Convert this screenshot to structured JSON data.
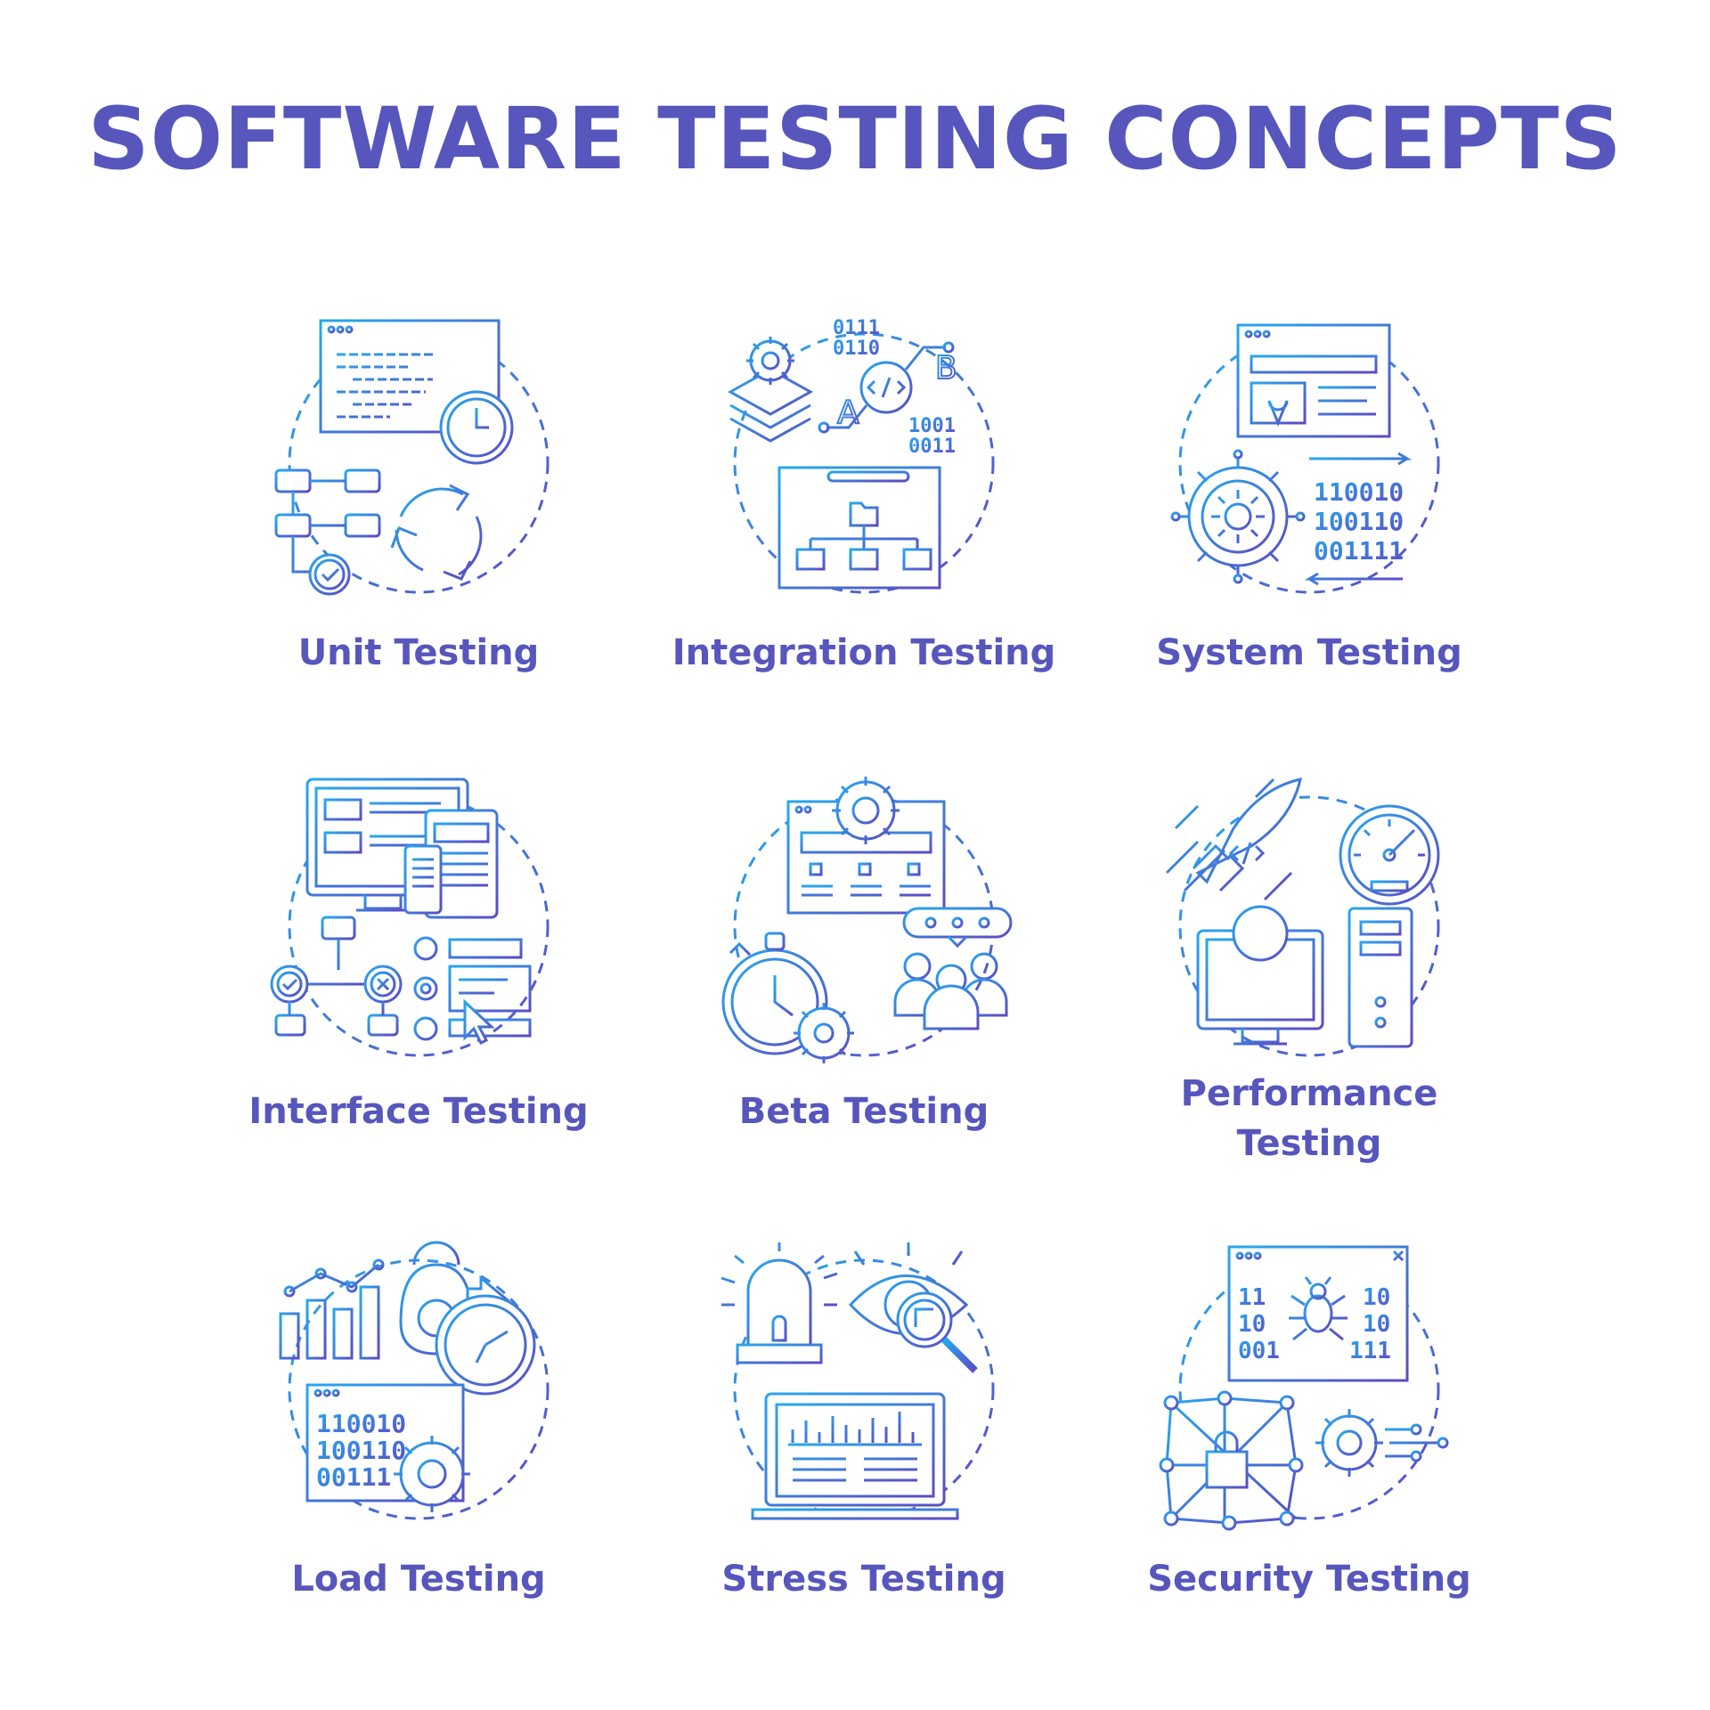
{
  "title": "SOFTWARE TESTING CONCEPTS",
  "colors": {
    "title": "#5656bd",
    "label": "#5656bd",
    "icon_start": "#27a8ef",
    "icon_end": "#5b4cc4"
  },
  "concepts": [
    {
      "label": "Unit Testing",
      "icon": "code-window-clock-flowchart-recycle-icon"
    },
    {
      "label": "Integration Testing",
      "icon": "layers-gear-code-folder-tree-icon",
      "binary_a": "0111",
      "binary_b": "0110",
      "binary_c": "1001",
      "binary_d": "0011",
      "letter_a": "A",
      "letter_b": "B"
    },
    {
      "label": "System Testing",
      "icon": "window-wrench-chip-binary-icon",
      "binary": [
        "110010",
        "100110",
        "001111"
      ]
    },
    {
      "label": "Interface Testing",
      "icon": "devices-flowchart-radio-cursor-icon"
    },
    {
      "label": "Beta Testing",
      "icon": "window-gear-stopwatch-users-icon"
    },
    {
      "label": "Performance",
      "label_line2": "Testing",
      "icon": "rocket-speedometer-computer-icon"
    },
    {
      "label": "Load Testing",
      "icon": "chart-kettlebell-clock-binary-gear-icon",
      "binary": [
        "110010",
        "100110",
        "00111"
      ]
    },
    {
      "label": "Stress Testing",
      "icon": "alarm-eye-magnifier-laptop-icon"
    },
    {
      "label": "Security Testing",
      "icon": "bug-window-network-lock-gear-icon",
      "binary_left": [
        "11",
        "10",
        "001"
      ],
      "binary_right": [
        "10",
        "10",
        "111"
      ]
    }
  ]
}
